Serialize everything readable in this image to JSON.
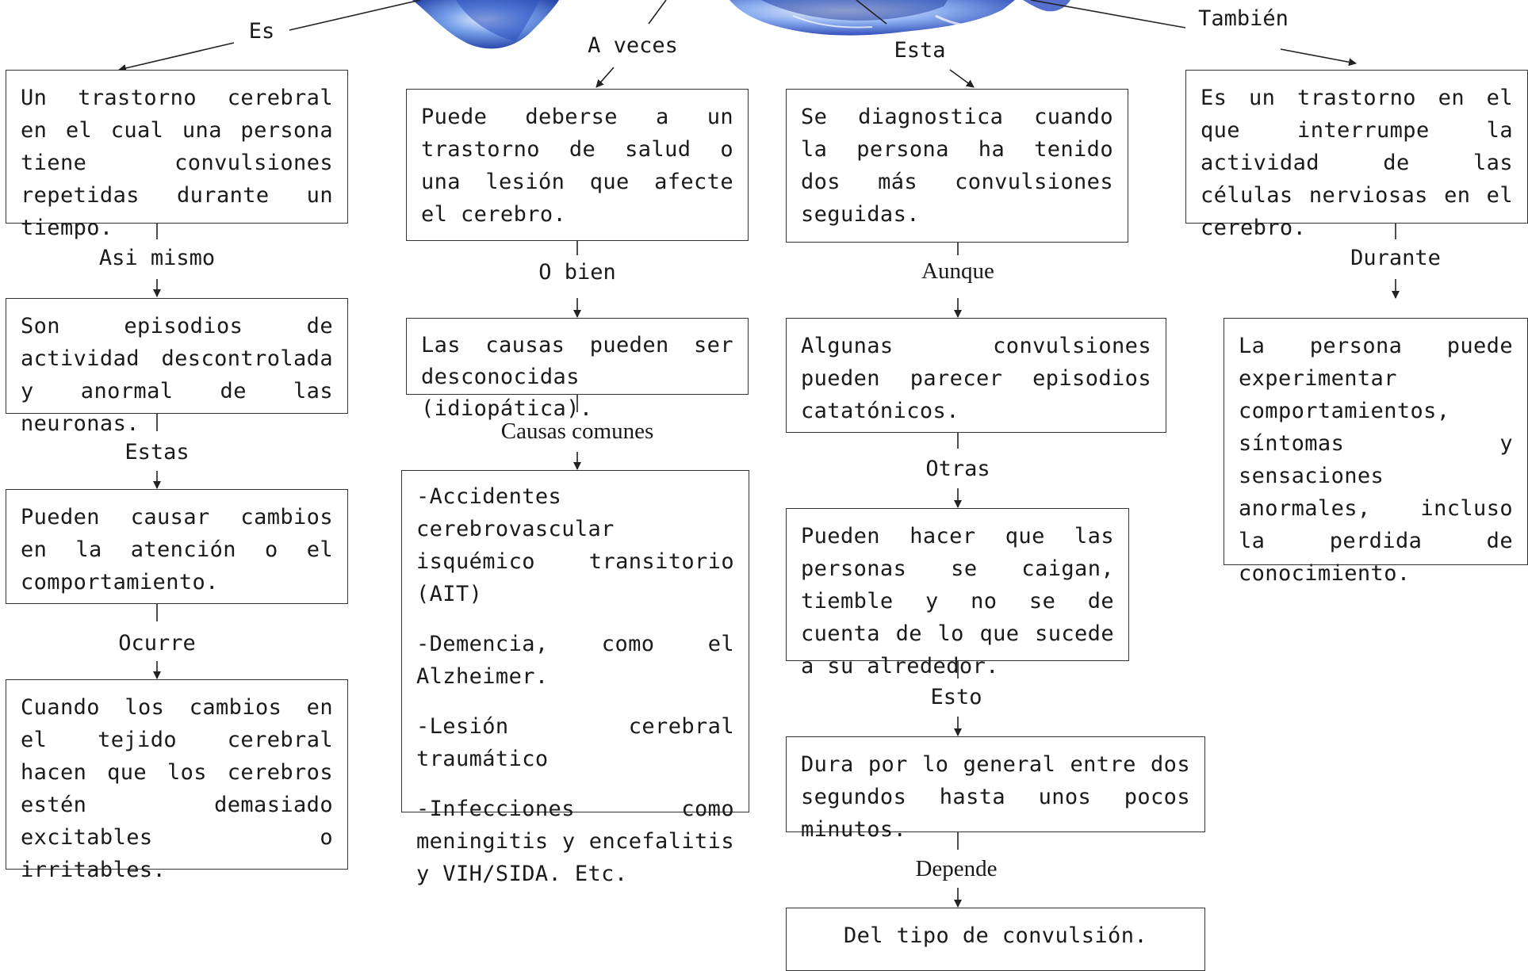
{
  "header_image": {
    "description_icon": "blue-ink-splash-icon"
  },
  "connectors": {
    "es": "Es",
    "a_veces": "A veces",
    "esta": "Esta",
    "tambien": "También",
    "asi_mismo": "Asi mismo",
    "estas": "Estas",
    "ocurre": "Ocurre",
    "o_bien": "O bien",
    "causas_comunes": "Causas comunes",
    "aunque": "Aunque",
    "otras": "Otras",
    "esto": "Esto",
    "depende": "Depende",
    "durante": "Durante"
  },
  "column1": {
    "box1": "Un trastorno cerebral en el cual una persona tiene convulsiones repetidas durante un tiempo.",
    "box2": "Son episodios de actividad descontrolada y anormal de las neuronas.",
    "box3": "Pueden causar cambios en la atención o el comportamiento.",
    "box4": "Cuando los cambios en el tejido cerebral hacen que los cerebros estén demasiado excitables o irritables."
  },
  "column2": {
    "box1": "Puede deberse a un trastorno de salud o una lesión que afecte el cerebro.",
    "box2": "Las causas pueden ser desconocidas (idiopática).",
    "causes": [
      "-Accidentes cerebrovascular isquémico transitorio (AIT)",
      "-Demencia, como el Alzheimer.",
      "-Lesión cerebral traumático",
      "-Infecciones como meningitis y encefalitis y VIH/SIDA. Etc."
    ]
  },
  "column3": {
    "box1": "Se diagnostica cuando la persona ha tenido dos más convulsiones seguidas.",
    "box2": "Algunas convulsiones pueden parecer episodios catatónicos.",
    "box3": "Pueden hacer que las personas se caigan, tiemble y no se de cuenta de lo que sucede a su alrededor.",
    "box4": "Dura por lo general entre dos segundos hasta unos pocos minutos.",
    "box5": "Del tipo de convulsión."
  },
  "column4": {
    "box1": "Es un trastorno en el que interrumpe la actividad de las células nerviosas en el cerebro.",
    "box2": "La persona puede experimentar comportamientos, síntomas y sensaciones anormales, incluso la perdida de conocimiento."
  },
  "colors": {
    "splash_dark": "#1f3fa8",
    "splash_light": "#6f9be8",
    "line": "#333333"
  }
}
